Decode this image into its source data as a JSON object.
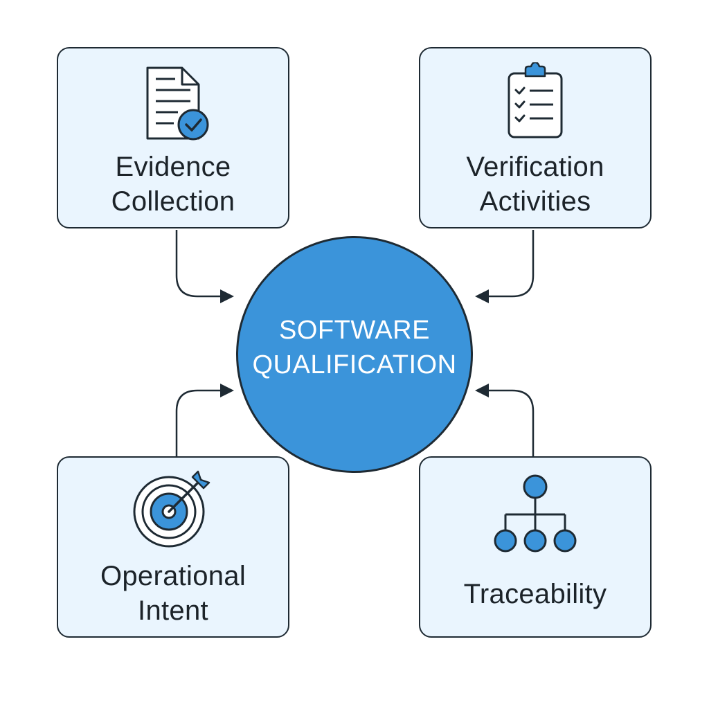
{
  "center": {
    "line1": "SOFTWARE",
    "line2": "QUALIFICATION"
  },
  "cards": {
    "evidence": {
      "line1": "Evidence",
      "line2": "Collection",
      "icon": "document-check-icon"
    },
    "verification": {
      "line1": "Verification",
      "line2": "Activities",
      "icon": "clipboard-checklist-icon"
    },
    "operational": {
      "line1": "Operational",
      "line2": "Intent",
      "icon": "target-arrow-icon"
    },
    "traceability": {
      "line1": "Traceability",
      "icon": "hierarchy-tree-icon"
    }
  },
  "colors": {
    "accent": "#3b94da",
    "card_fill": "#eaf5fe",
    "outline": "#1e2a33"
  }
}
